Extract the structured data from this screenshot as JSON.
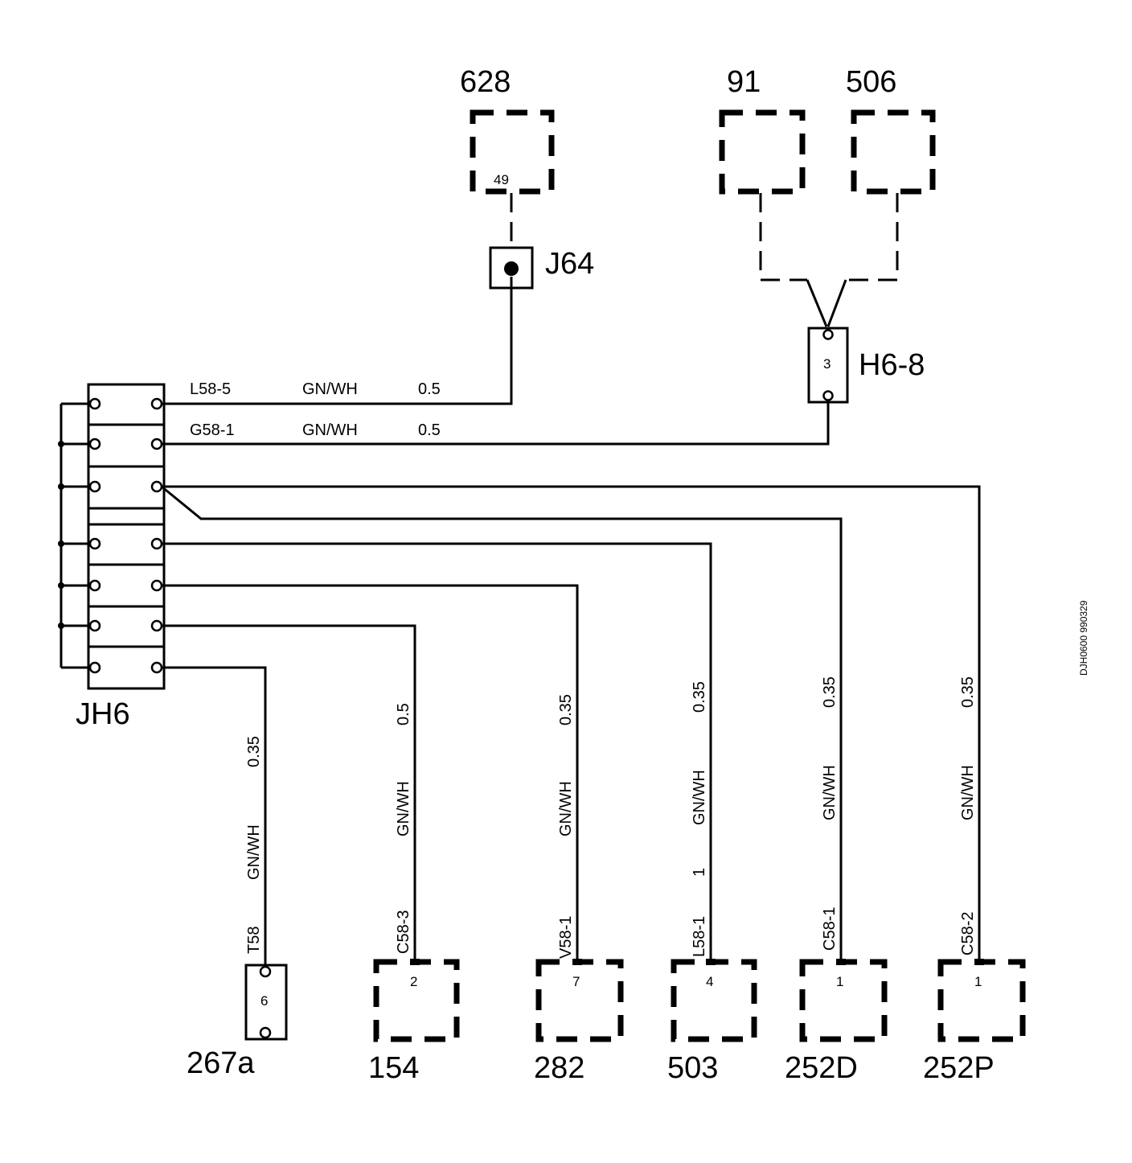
{
  "components": {
    "c628": {
      "label": "628",
      "pin": "49"
    },
    "c91": {
      "label": "91"
    },
    "c506": {
      "label": "506"
    },
    "j64": {
      "label": "J64"
    },
    "h68": {
      "label": "H6-8",
      "pin": "3"
    },
    "jh6": {
      "label": "JH6"
    },
    "c267a": {
      "label": "267a",
      "pin": "6"
    },
    "c154": {
      "label": "154",
      "pin": "2"
    },
    "c282": {
      "label": "282",
      "pin": "7"
    },
    "c503": {
      "label": "503",
      "pin": "4"
    },
    "c252d": {
      "label": "252D",
      "pin": "1"
    },
    "c252p": {
      "label": "252P",
      "pin": "1"
    }
  },
  "wires": {
    "top1": {
      "id": "L58-5",
      "color": "GN/WH",
      "size": "0.5"
    },
    "top2": {
      "id": "G58-1",
      "color": "GN/WH",
      "size": "0.5"
    },
    "w267a": {
      "id": "T58",
      "color": "GN/WH",
      "size": "0.35"
    },
    "w154": {
      "id": "C58-3",
      "color": "GN/WH",
      "size": "0.5"
    },
    "w282": {
      "id": "V58-1",
      "color": "GN/WH",
      "size": "0.35"
    },
    "w503": {
      "id": "L58-1",
      "extra": "1",
      "color": "GN/WH",
      "size": "0.35"
    },
    "w252d": {
      "id": "C58-1",
      "color": "GN/WH",
      "size": "0.35"
    },
    "w252p": {
      "id": "C58-2",
      "color": "GN/WH",
      "size": "0.35"
    }
  },
  "drawing_ref": "DJH0600 990329"
}
